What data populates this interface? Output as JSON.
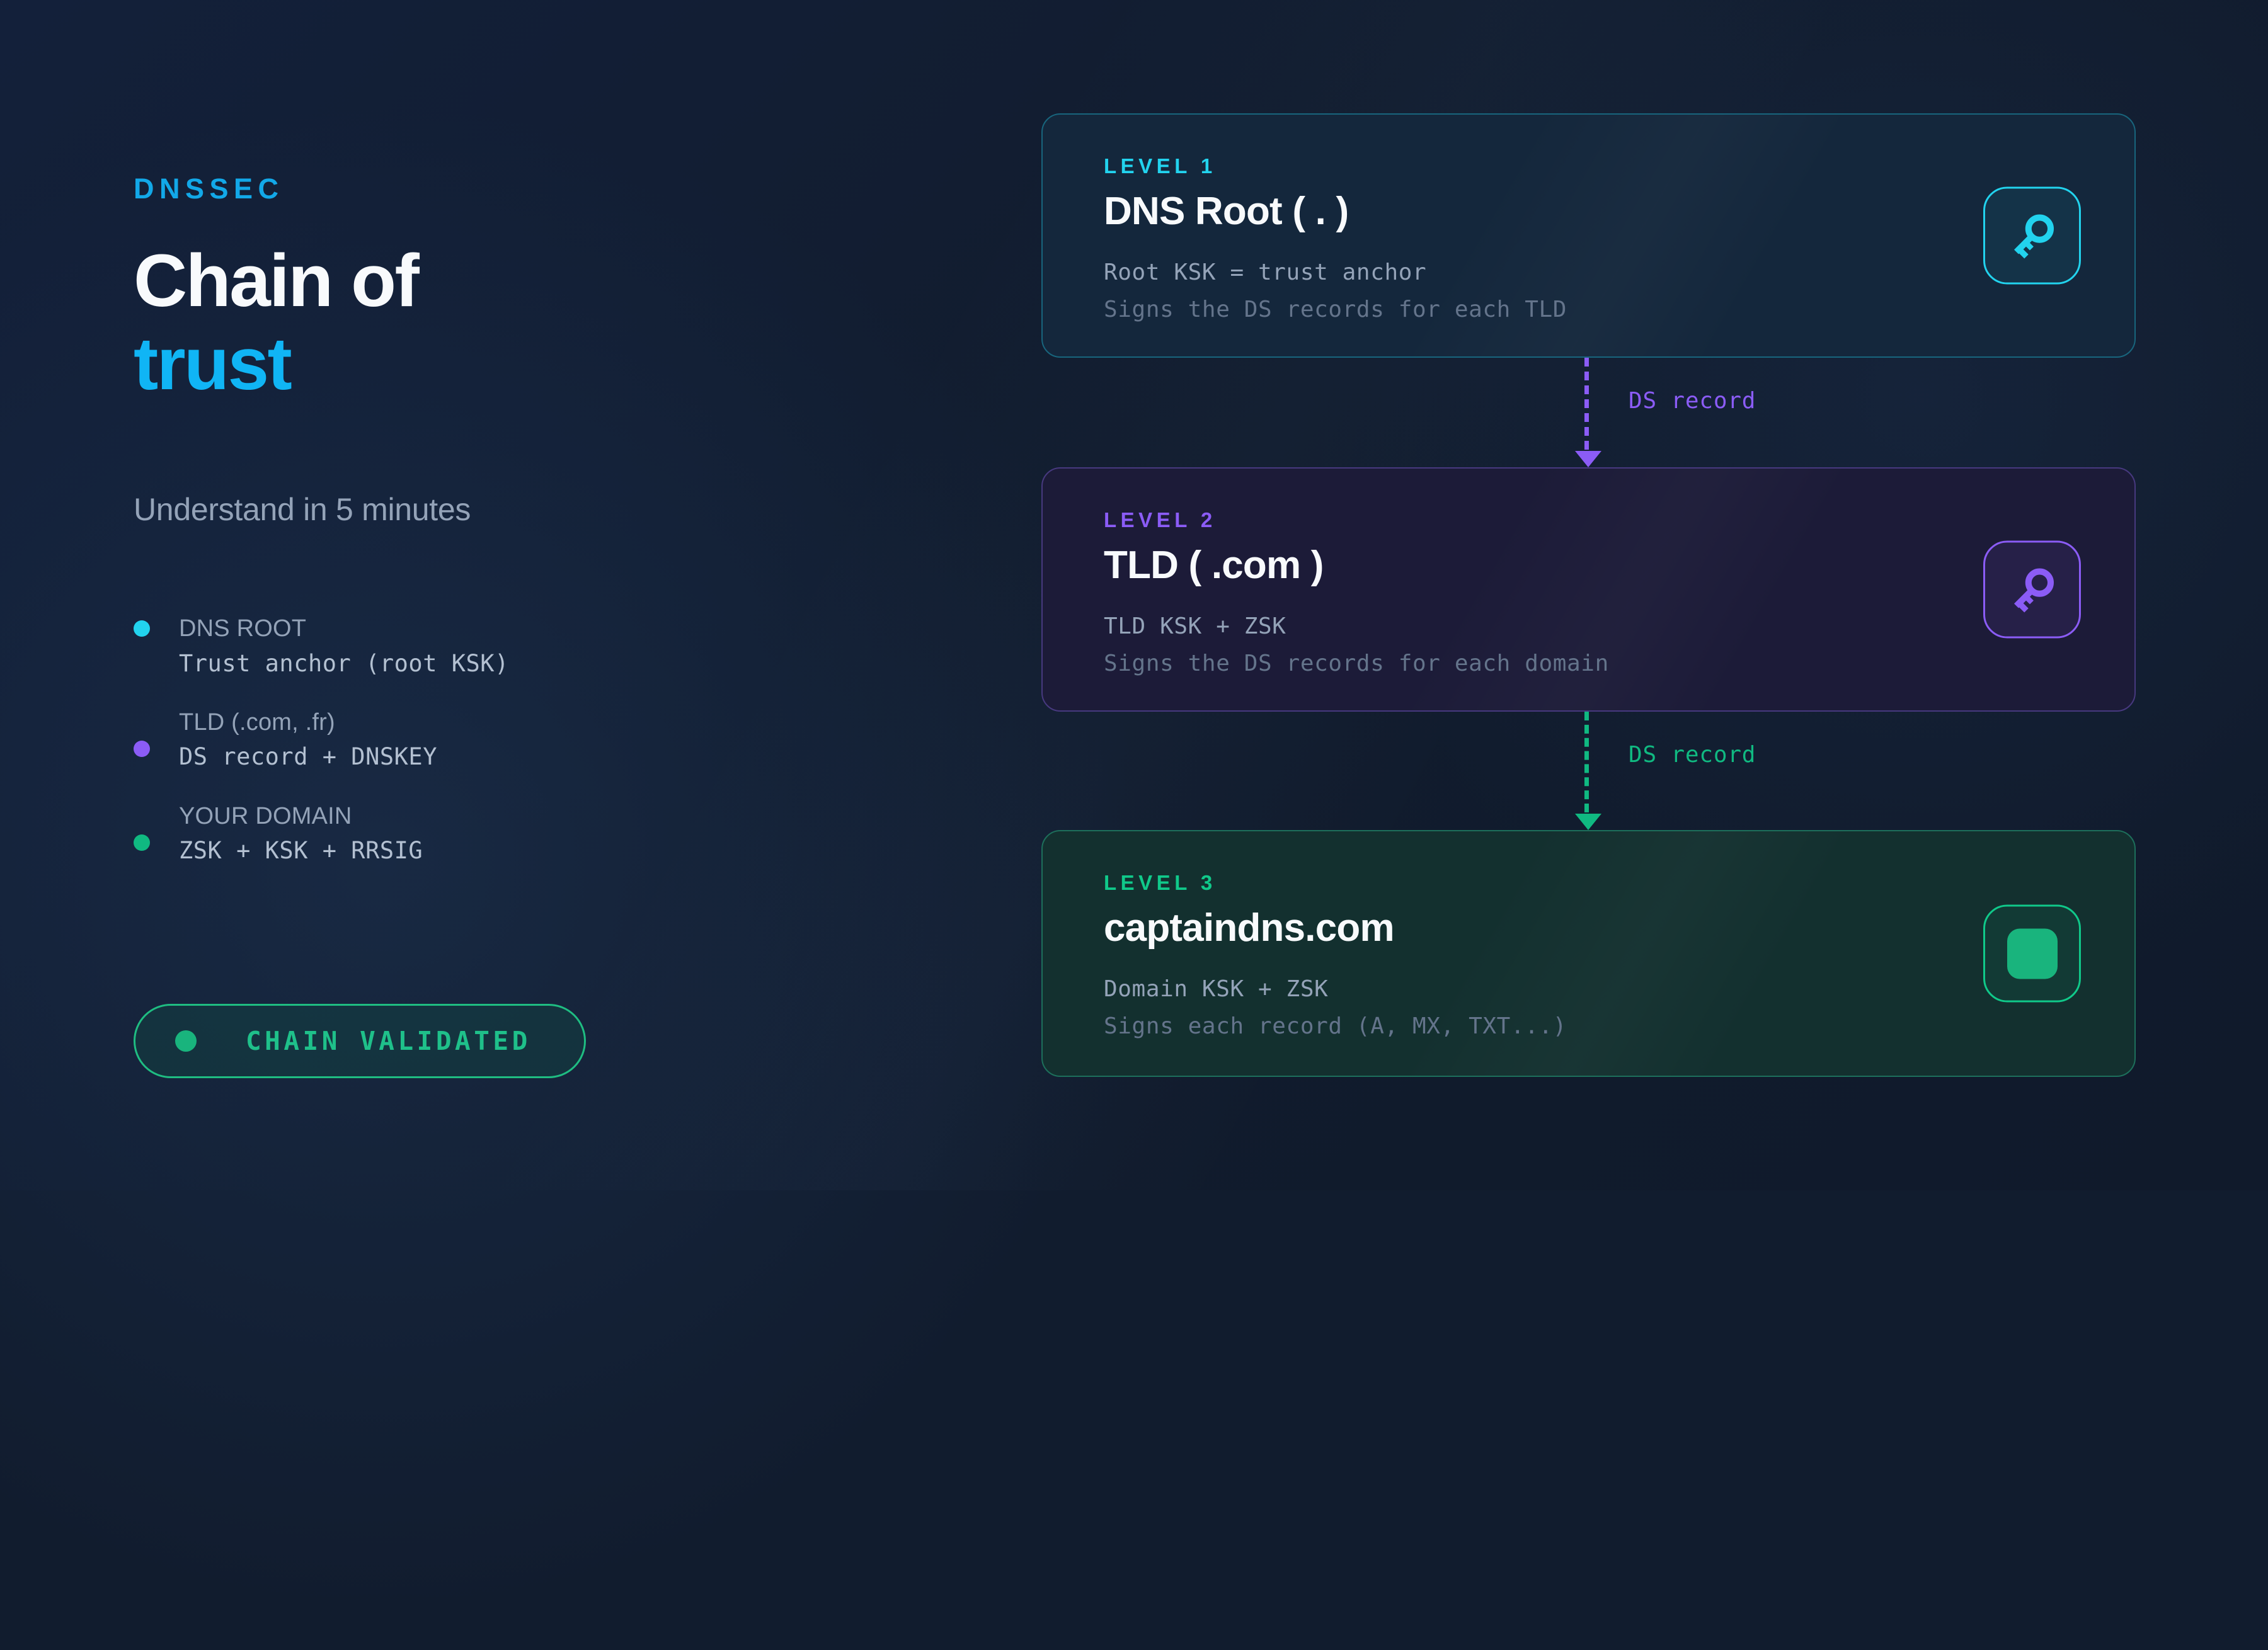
{
  "hero": {
    "eyebrow": "DNSSEC",
    "headline_line1": "Chain of",
    "headline_line2": "trust",
    "subtitle": "Understand in 5 minutes"
  },
  "bullets": [
    {
      "label": "DNS ROOT",
      "value": "Trust anchor (root KSK)",
      "dot_color": "#22d3ee",
      "dot_align": "top"
    },
    {
      "label": "TLD (.com, .fr)",
      "value": "DS record + DNSKEY",
      "dot_color": "#8b5cf6",
      "dot_align": "mid"
    },
    {
      "label": "YOUR DOMAIN",
      "value": "ZSK + KSK + RRSIG",
      "dot_color": "#10b981",
      "dot_align": "mid"
    }
  ],
  "status_button": {
    "label": "CHAIN VALIDATED",
    "dot_color": "#19b47d",
    "accent": "#1fbd82"
  },
  "cards": [
    {
      "level": "LEVEL 1",
      "title": "DNS Root ( . )",
      "line1": "Root KSK = trust anchor",
      "line2": "Signs the DS records for each TLD",
      "icon": "key-icon",
      "accent": "#22d3ee"
    },
    {
      "level": "LEVEL 2",
      "title": "TLD ( .com )",
      "line1": "TLD KSK + ZSK",
      "line2": "Signs the DS records for each domain",
      "icon": "key-icon",
      "accent": "#8b5cf6"
    },
    {
      "level": "LEVEL 3",
      "title": "captaindns.com",
      "line1": "Domain KSK + ZSK",
      "line2": "Signs each record (A, MX, TXT...)",
      "icon": "shield-block-icon",
      "accent": "#10c98a"
    }
  ],
  "connectors": [
    {
      "label": "DS record",
      "color": "#8b5cf6"
    },
    {
      "label": "DS record",
      "color": "#10b981"
    }
  ]
}
